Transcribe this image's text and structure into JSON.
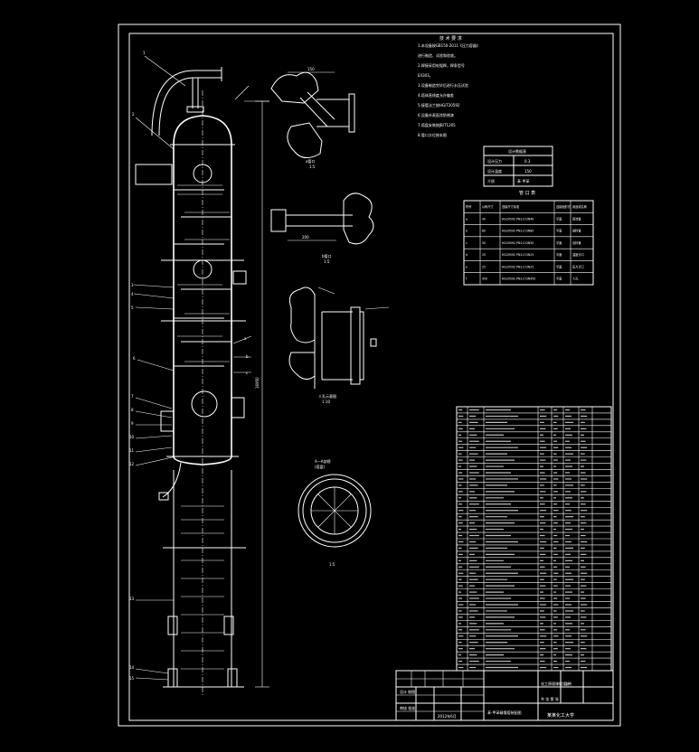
{
  "tech_requirements": {
    "title": "技 术 要 求",
    "lines": [
      "1.本设备按GB150-2011《压力容器》",
      "进行制造、试验和验收。",
      "2.焊接采用电弧焊，焊条型号",
      "E4303。",
      "3.设备制造完毕后进行水压试验",
      "4.塔体直线度允许偏差",
      "5.接管法兰按HG/T20592",
      "6.设备外表面涂防锈漆",
      "7.塔盘安装按JB/T1205",
      "8.管口方位按本图"
    ]
  },
  "design_data": {
    "title": "设计数据表",
    "rows": [
      [
        "设计压力",
        "0.3"
      ],
      [
        "设计温度",
        "150"
      ],
      [
        "介质",
        "苯-甲苯"
      ]
    ]
  },
  "nozzle_table": {
    "title": "管 口 表",
    "headers": [
      "符号",
      "公称尺寸",
      "连接尺寸标准",
      "连接面形式",
      "用途或名称"
    ],
    "rows": [
      [
        "a",
        "40",
        "HG20592 PN1.0 DN40",
        "平面",
        "回流管"
      ],
      [
        "b",
        "80",
        "HG20592 PN1.0 DN80",
        "平面",
        "进料管"
      ],
      [
        "c",
        "50",
        "HG20592 PN1.0 DN50",
        "平面",
        "出料管"
      ],
      [
        "d",
        "25",
        "HG20592 PN1.0 DN25",
        "平面",
        "温度计口"
      ],
      [
        "e",
        "25",
        "HG20592 PN1.0 DN25",
        "平面",
        "压力计口"
      ],
      [
        "f",
        "450",
        "HG20592 PN1.0 DN450",
        "平面",
        "人孔"
      ]
    ]
  },
  "detail_views": {
    "view1_label": "a管口",
    "view1_scale": "1:5",
    "view1_dim_top": "150",
    "view2_label": "b管口",
    "view2_scale": "1:5",
    "view2_dim": "200",
    "view3_label": "人孔示意图",
    "view3_scale": "1:10",
    "view4_label": "A—A剖视",
    "view4_sub": "(塔盘)",
    "view4_scale": "1:5"
  },
  "title_block": {
    "designer_row": "设计 制图",
    "check_row": "审核 批准",
    "project": "苯-甲苯精馏塔装配图",
    "school": "某某化工大学",
    "date": "2012年6月",
    "scale_label": "比例",
    "sheet_label": "共 张 第 张",
    "drawing_no": "化工原理课程设计"
  },
  "parts_list": {
    "rows": 42
  },
  "tower": {
    "dim_total": "16950"
  }
}
